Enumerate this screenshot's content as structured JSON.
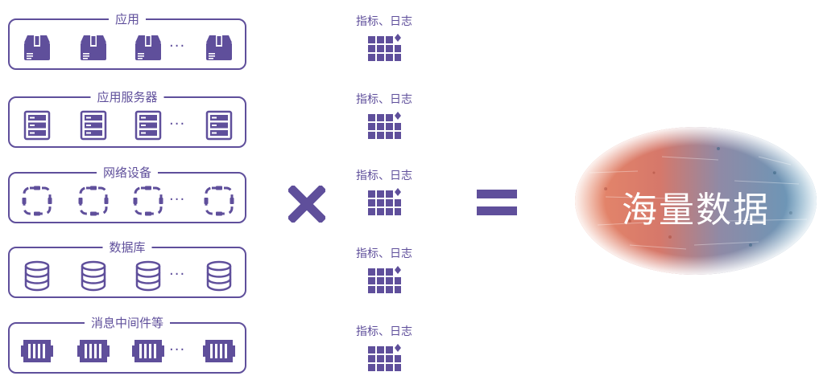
{
  "groups": [
    {
      "label": "应用",
      "icon": "package-icon",
      "ellipsis": "···"
    },
    {
      "label": "应用服务器",
      "icon": "server-icon",
      "ellipsis": "···"
    },
    {
      "label": "网络设备",
      "icon": "network-device-icon",
      "ellipsis": "···"
    },
    {
      "label": "数据库",
      "icon": "database-icon",
      "ellipsis": "···"
    },
    {
      "label": "消息中间件等",
      "icon": "message-queue-icon",
      "ellipsis": "···"
    }
  ],
  "metrics": [
    {
      "label": "指标、日志",
      "icon": "metrics-grid-icon"
    },
    {
      "label": "指标、日志",
      "icon": "metrics-grid-icon"
    },
    {
      "label": "指标、日志",
      "icon": "metrics-grid-icon"
    },
    {
      "label": "指标、日志",
      "icon": "metrics-grid-icon"
    },
    {
      "label": "指标、日志",
      "icon": "metrics-grid-icon"
    }
  ],
  "operators": {
    "multiply": "multiply-icon",
    "equals": "equals-icon"
  },
  "result": {
    "label": "海量数据"
  },
  "colors": {
    "primary": "#5f4f9b",
    "result_warm": "#e07a5a",
    "result_cool": "#4a8fb0"
  }
}
